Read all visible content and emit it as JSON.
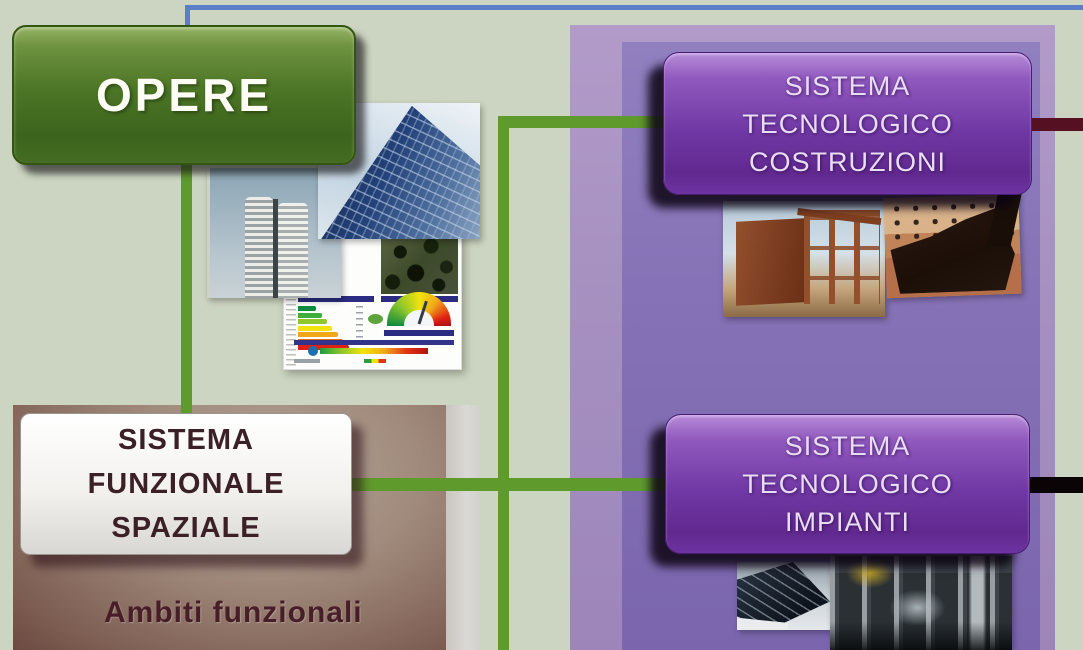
{
  "slide": {
    "nodes": {
      "opere": {
        "label": "OPERE"
      },
      "funzionale": {
        "lines": [
          "SISTEMA",
          "FUNZIONALE",
          "SPAZIALE"
        ]
      },
      "costruzioni": {
        "lines": [
          "SISTEMA",
          "TECNOLOGICO",
          "COSTRUZIONI"
        ]
      },
      "impianti": {
        "lines": [
          "SISTEMA",
          "TECNOLOGICO",
          "IMPIANTI"
        ]
      }
    },
    "labels": {
      "ambiti": "Ambiti funzionali"
    },
    "images": {
      "skyscraper": "high-rise tower photo",
      "glass_building": "glass building low-angle photo",
      "energy_certificate": "energy performance certificate page",
      "timber_frame": "timber frame construction photo",
      "masonry_detail": "formwork on masonry photo",
      "solar_panels": "rooftop solar panels photo",
      "plant_room": "mechanical plant room photo"
    },
    "colors": {
      "background": "#ccd5c1",
      "connector_green": "#5f9a2d",
      "connector_blue": "#5b7fc7",
      "connector_maroon": "#551022",
      "connector_black": "#0b0406",
      "panel_purple": "#8572b4",
      "panel_purple_border": "#a791c1",
      "panel_brown": "#8a6a5e",
      "node_green": "#4d7626",
      "node_purple": "#7038a4",
      "node_white": "#f2f1ef"
    }
  }
}
